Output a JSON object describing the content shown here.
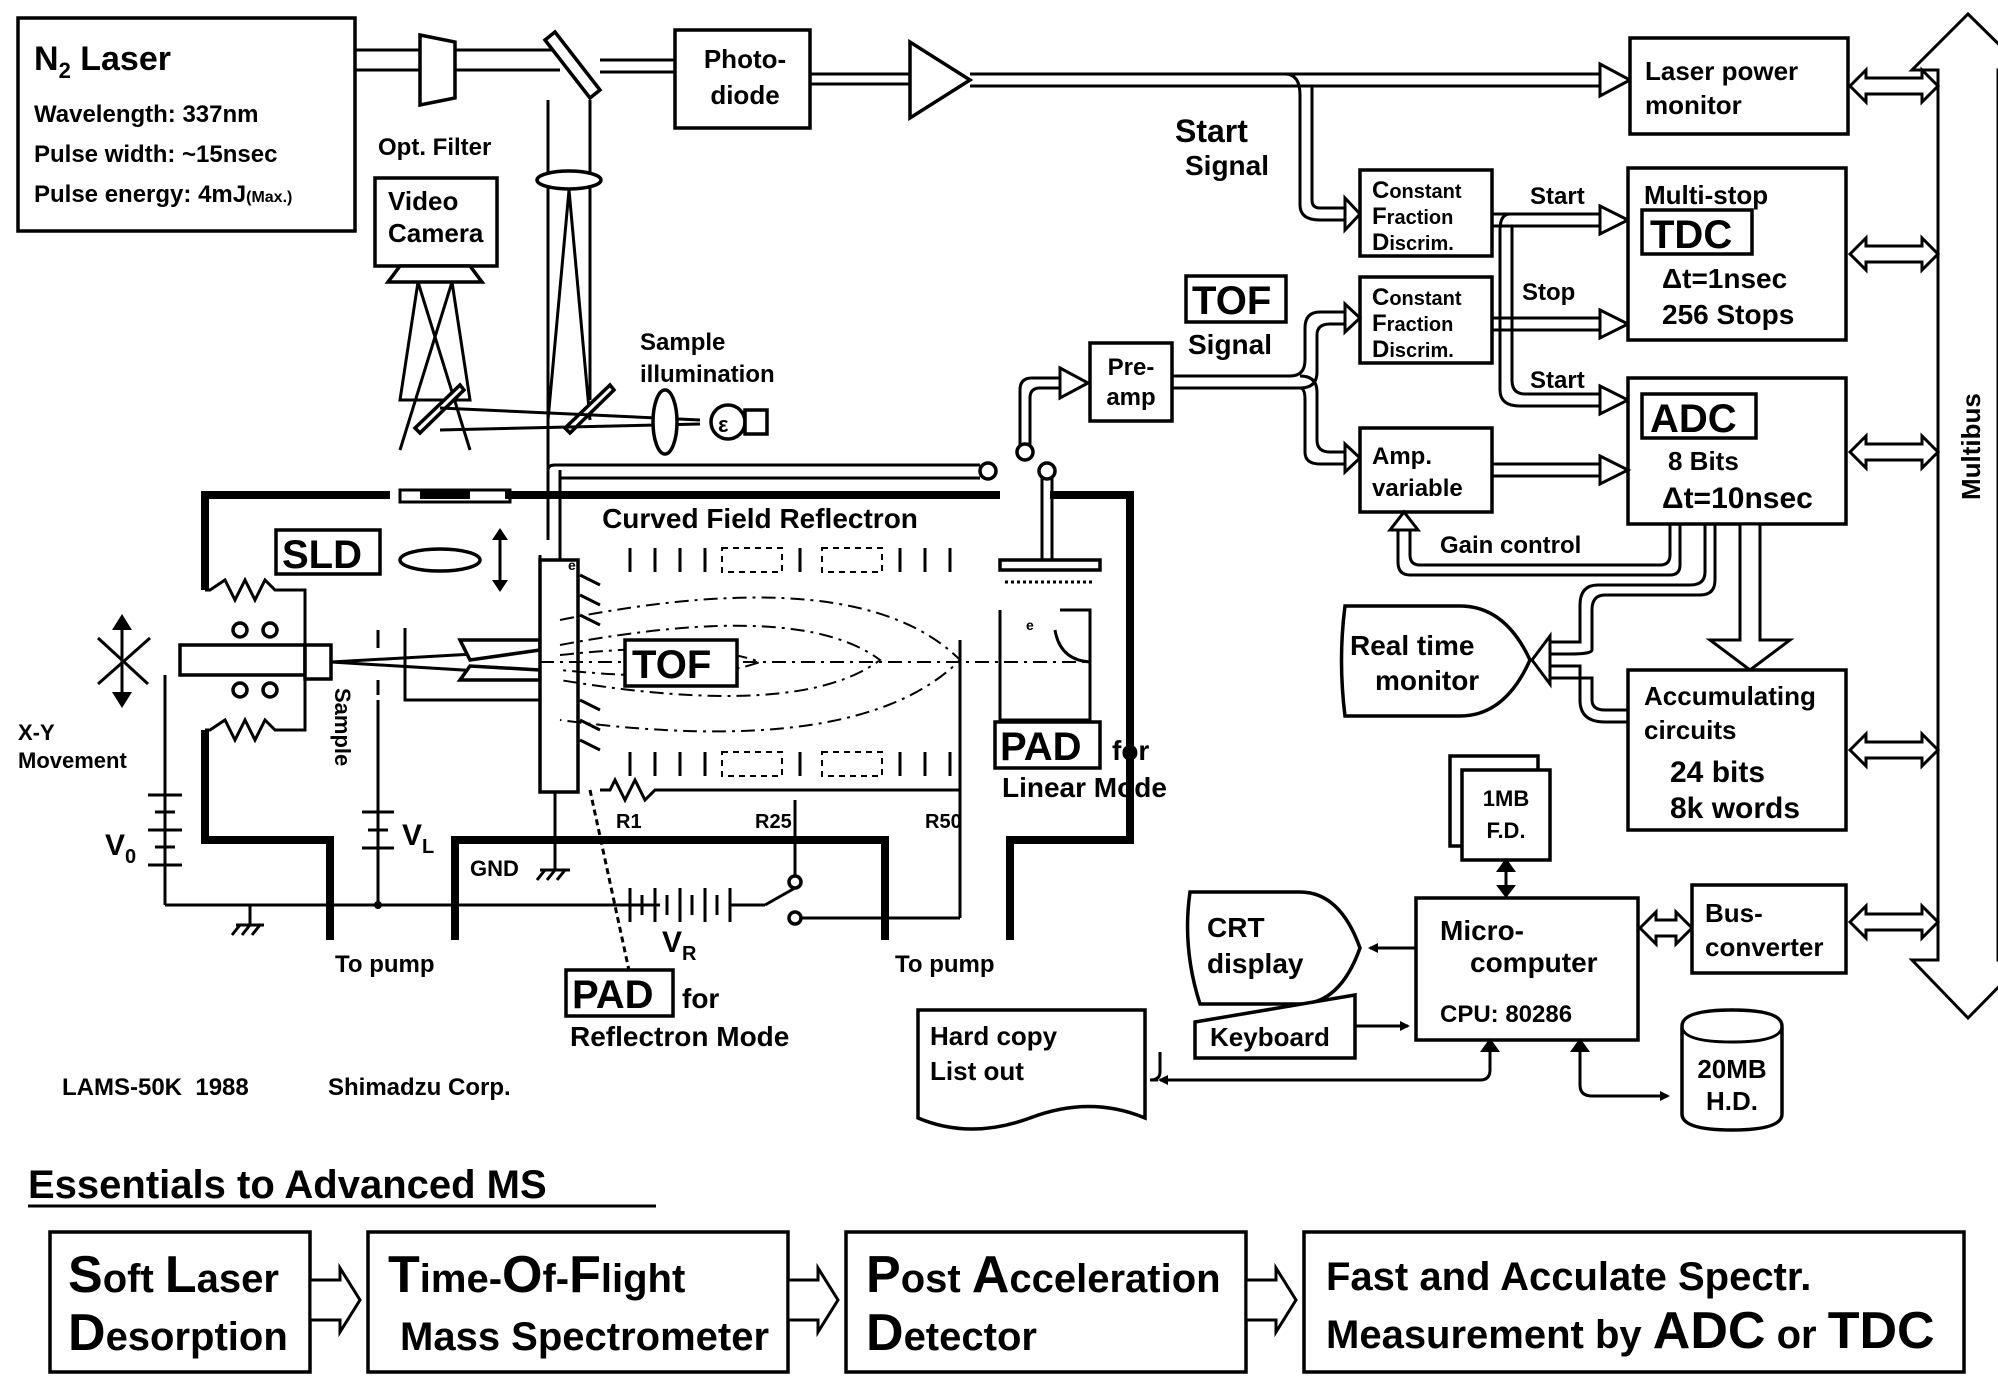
{
  "laser": {
    "title": "N",
    "title_sub": "2",
    "title_rest": " Laser",
    "wavelength": "Wavelength: 337nm",
    "pulse_width": "Pulse width: ~15nsec",
    "pulse_energy": "Pulse energy: 4mJ",
    "pulse_energy_note": "(Max.)"
  },
  "optics": {
    "filter": "Opt. Filter",
    "photodiode_1": "Photo-",
    "photodiode_2": "diode",
    "video_1": "Video",
    "video_2": "Camera",
    "illum_1": "Sample",
    "illum_2": "illumination"
  },
  "signals": {
    "start_1": "Start",
    "start_2": "Signal",
    "tof_1": "TOF",
    "tof_2": "Signal",
    "start_a": "Start",
    "stop": "Stop",
    "start_b": "Start",
    "gain": "Gain control"
  },
  "electronics": {
    "laser_monitor_1": "Laser power",
    "laser_monitor_2": "monitor",
    "cfd_1": [
      "C",
      "onstant"
    ],
    "cfd_2": [
      "F",
      "raction"
    ],
    "cfd_3": [
      "D",
      "iscrim."
    ],
    "preamp_1": "Pre-",
    "preamp_2": "amp",
    "amp_1": "Amp.",
    "amp_2": "variable",
    "tdc_title": "Multi-stop",
    "tdc_name": "TDC",
    "tdc_dt": "Δt=1nsec",
    "tdc_stops": "256 Stops",
    "adc_name": "ADC",
    "adc_bits": "8 Bits",
    "adc_dt": "Δt=10nsec",
    "multibus": "Multibus",
    "monitor_1": "Real time",
    "monitor_2": "monitor",
    "accum_1": "Accumulating",
    "accum_2": "circuits",
    "accum_3": "24 bits",
    "accum_4": "8k words",
    "fd_1": "1MB",
    "fd_2": "F.D.",
    "micro_1": "Micro-",
    "micro_2": "computer",
    "cpu": "CPU: 80286",
    "crt_1": "CRT",
    "crt_2": "display",
    "keyboard": "Keyboard",
    "busconv_1": "Bus-",
    "busconv_2": "converter",
    "hardcopy_1": "Hard copy",
    "hardcopy_2": "List out",
    "hd_1": "20MB",
    "hd_2": "H.D."
  },
  "chamber": {
    "sld": "SLD",
    "reflectron": "Curved Field Reflectron",
    "tof": "TOF",
    "sample": "Sample",
    "xy_1": "X-Y",
    "xy_2": "Movement",
    "v0": "V",
    "v0_sub": "0",
    "vl": "V",
    "vl_sub": "L",
    "vr": "V",
    "vr_sub": "R",
    "gnd": "GND",
    "r1": "R1",
    "r25": "R25",
    "r50": "R50",
    "to_pump_left": "To pump",
    "to_pump_right": "To pump",
    "pad_linear": "PAD",
    "pad_linear_for": "for",
    "pad_linear_mode": "Linear Mode",
    "pad_refl": "PAD",
    "pad_refl_for": "for",
    "pad_refl_mode": "Reflectron Mode",
    "electron": "e"
  },
  "credit": {
    "model": "LAMS-50K  1988",
    "company": "Shimadzu Corp."
  },
  "essentials": {
    "heading": "Essentials to Advanced MS",
    "s1_1": [
      "S",
      "oft "
    ],
    "s1_2": [
      "L",
      "aser"
    ],
    "s1_3": [
      "D",
      "esorption"
    ],
    "s2_1": [
      "T",
      "ime-",
      "O",
      "f-",
      "F",
      "light"
    ],
    "s2_2": "Mass Spectrometer",
    "s3_1": [
      "P",
      "ost ",
      "A",
      "cceleration"
    ],
    "s3_2": [
      "D",
      "etector"
    ],
    "s4_1": "Fast and Acculate Spectr.",
    "s4_2": "Measurement by ",
    "s4_adc": "ADC",
    "s4_or": " or ",
    "s4_tdc": "TDC"
  }
}
